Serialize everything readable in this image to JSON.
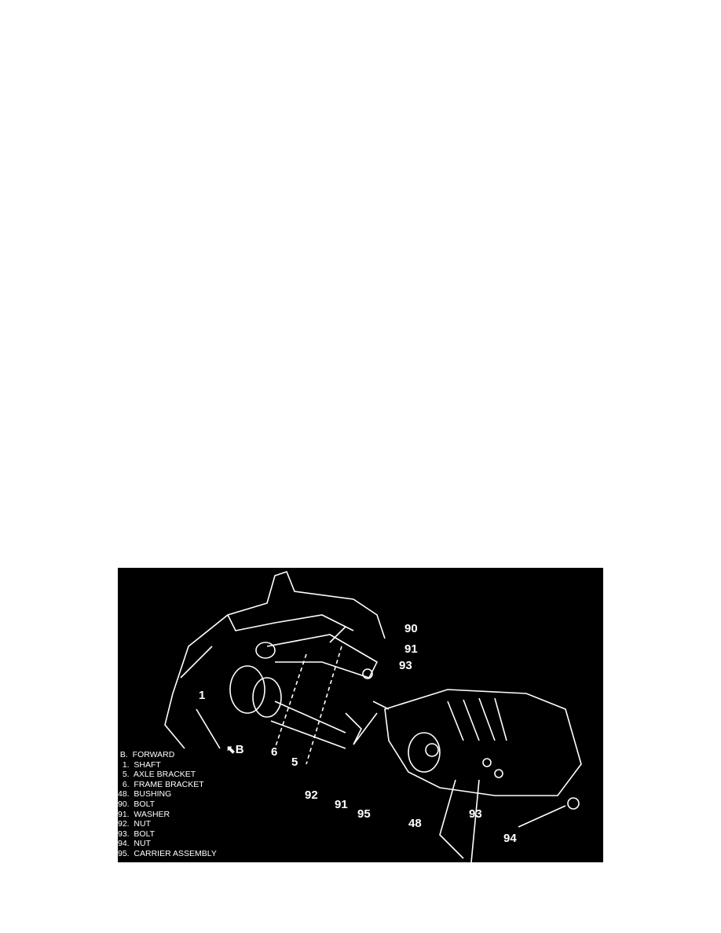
{
  "figure": {
    "direction_marker": "B",
    "callouts": [
      "90",
      "91",
      "93",
      "1",
      "6",
      "5",
      "92",
      "91",
      "95",
      "48",
      "93",
      "94"
    ],
    "legend": [
      " B.  FORWARD",
      "  1.  SHAFT",
      "  5.  AXLE BRACKET",
      "  6.  FRAME BRACKET",
      "48.  BUSHING",
      "90.  BOLT",
      "91.  WASHER",
      "92.  NUT",
      "93.  BOLT",
      "94.  NUT",
      "95.  CARRIER ASSEMBLY"
    ]
  }
}
